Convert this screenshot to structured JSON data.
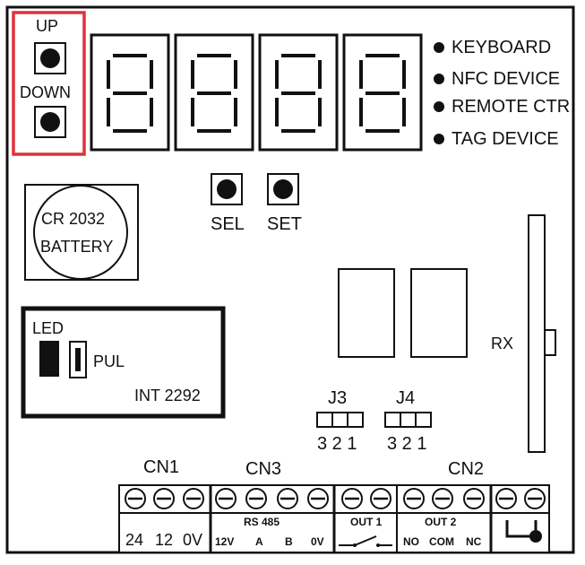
{
  "buttons": {
    "up": "UP",
    "down": "DOWN",
    "sel": "SEL",
    "set": "SET"
  },
  "indicators": [
    "KEYBOARD",
    "NFC DEVICE",
    "REMOTE CTR",
    "TAG DEVICE"
  ],
  "battery": {
    "line1": "CR 2032",
    "line2": "BATTERY"
  },
  "int_module": {
    "led": "LED",
    "pul": "PUL",
    "model": "INT 2292"
  },
  "rx": "RX",
  "jumpers": {
    "j3": {
      "label": "J3",
      "pins": "3 2 1"
    },
    "j4": {
      "label": "J4",
      "pins": "3 2 1"
    }
  },
  "connectors": {
    "cn1": {
      "label": "CN1",
      "pins": [
        "24",
        "12",
        "0V"
      ]
    },
    "cn3": {
      "label": "CN3",
      "title": "RS 485",
      "pins": [
        "12V",
        "A",
        "B",
        "0V"
      ]
    },
    "cn2": {
      "label": "CN2",
      "out1": "OUT 1",
      "out2": "OUT 2",
      "out2_pins": [
        "NO",
        "COM",
        "NC"
      ]
    }
  },
  "colors": {
    "highlight": "#e0313a",
    "ink": "#111111"
  }
}
